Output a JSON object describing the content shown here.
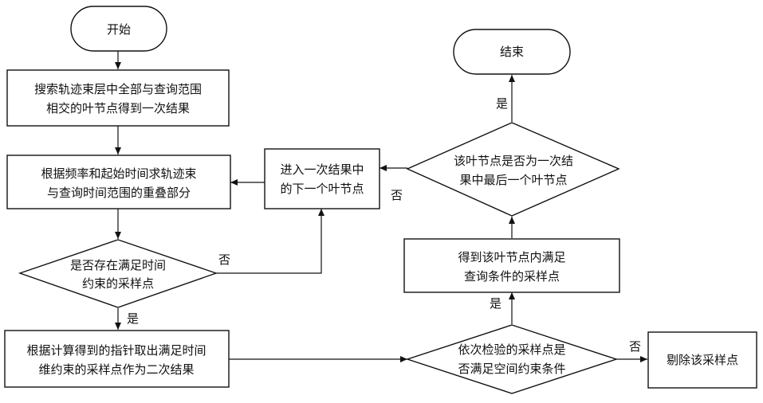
{
  "nodes": {
    "start": {
      "text": "开始"
    },
    "search": {
      "line1": "搜索轨迹束层中全部与查询范围",
      "line2": "相交的叶节点得到一次结果"
    },
    "overlap": {
      "line1": "根据频率和起始时间求轨迹束",
      "line2": "与查询时间范围的重叠部分"
    },
    "has_samples": {
      "line1": "是否存在满足时间",
      "line2": "约束的采样点"
    },
    "secondary": {
      "line1": "根据计算得到的指针取出满足时间",
      "line2": "维约束的采样点作为二次结果"
    },
    "next_leaf": {
      "line1": "进入一次结果中",
      "line2": "的下一个叶节点"
    },
    "check_spatial": {
      "line1": "依次检验的采样点是",
      "line2": "否满足空间约束条件"
    },
    "remove": {
      "text": "剔除该采样点"
    },
    "get_points": {
      "line1": "得到该叶节点内满足",
      "line2": "查询条件的采样点"
    },
    "is_last": {
      "line1": "该叶节点是否为一次结",
      "line2": "果中最后一个叶节点"
    },
    "end": {
      "text": "结束"
    }
  },
  "edge_labels": {
    "yes_has_samples": "是",
    "no_has_samples": "否",
    "no_is_last": "否",
    "yes_check_spatial": "是",
    "no_check_spatial": "否",
    "yes_is_last": "是"
  }
}
